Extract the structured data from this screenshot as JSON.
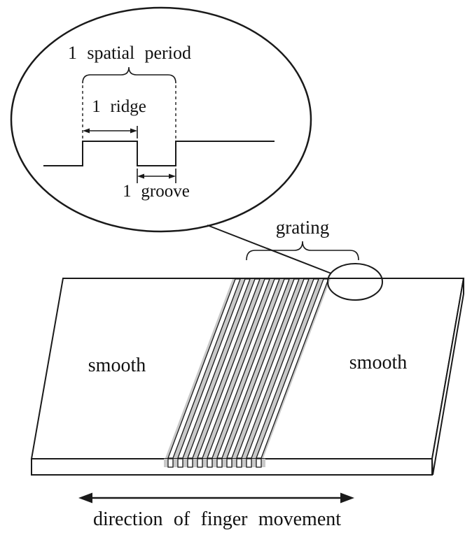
{
  "inset": {
    "spatial_period_label": "1 spatial period",
    "ridge_label": "1 ridge",
    "groove_label": "1 groove"
  },
  "plate": {
    "grating_label": "grating",
    "smooth_left_label": "smooth",
    "smooth_right_label": "smooth"
  },
  "caption": {
    "direction_label": "direction of finger movement"
  },
  "colors": {
    "line": "#1a1a1a",
    "groove_shade": "#c9c9c9",
    "background": "#ffffff"
  }
}
